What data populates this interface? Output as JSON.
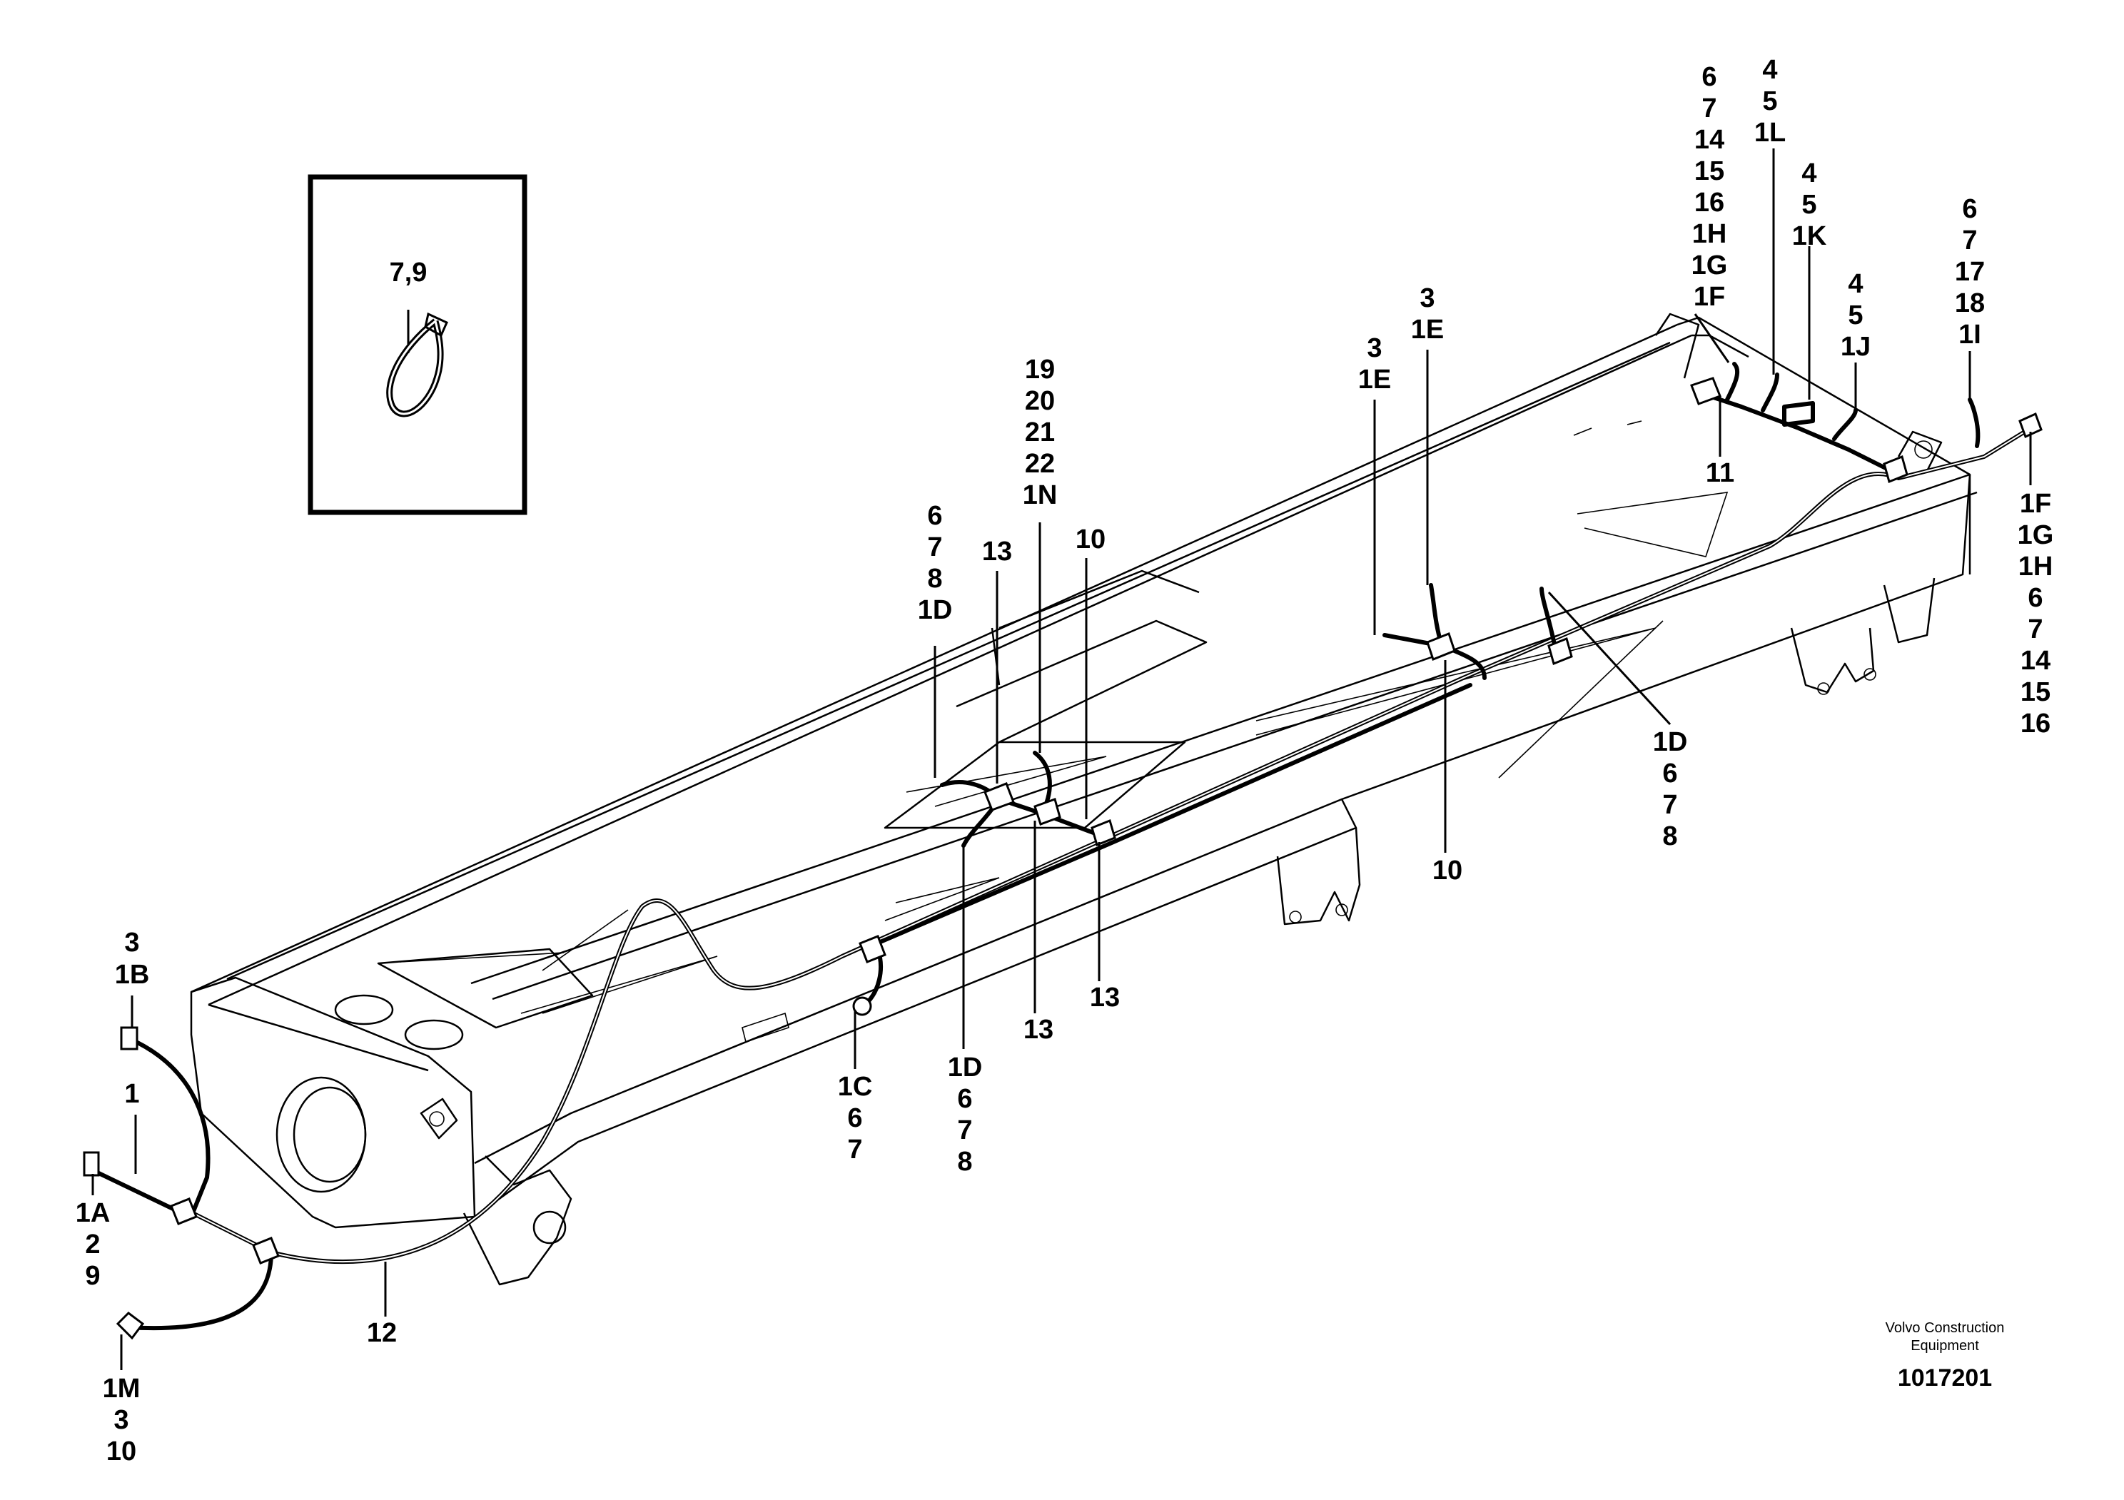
{
  "inset": {
    "label": "7,9"
  },
  "callouts": {
    "c_1B": [
      "3",
      "1B"
    ],
    "c_1": [
      "1"
    ],
    "c_1A": [
      "1A",
      "2",
      "9"
    ],
    "c_1M": [
      "1M",
      "3",
      "10"
    ],
    "c_12": [
      "12"
    ],
    "c_1C": [
      "1C",
      "6",
      "7"
    ],
    "c_1D_top": [
      "6",
      "7",
      "8",
      "1D"
    ],
    "c_13_top": [
      "13"
    ],
    "c_1N": [
      "19",
      "20",
      "21",
      "22",
      "1N"
    ],
    "c_10_top": [
      "10"
    ],
    "c_1D_bottom": [
      "1D",
      "6",
      "7",
      "8"
    ],
    "c_13_mid": [
      "13"
    ],
    "c_13_right": [
      "13"
    ],
    "c_1E_left": [
      "3",
      "1E"
    ],
    "c_1E_right": [
      "3",
      "1E"
    ],
    "c_10_bottom": [
      "10"
    ],
    "c_1D_right": [
      "1D",
      "6",
      "7",
      "8"
    ],
    "c_11": [
      "11"
    ],
    "c_1F_top": [
      "6",
      "7",
      "14",
      "15",
      "16",
      "1H",
      "1G",
      "1F"
    ],
    "c_1L": [
      "4",
      "5",
      "1L"
    ],
    "c_1K": [
      "4",
      "5",
      "1K"
    ],
    "c_1J": [
      "4",
      "5",
      "1J"
    ],
    "c_1I": [
      "6",
      "7",
      "17",
      "18",
      "1I"
    ],
    "c_1F_right": [
      "1F",
      "1G",
      "1H",
      "6",
      "7",
      "14",
      "15",
      "16"
    ]
  },
  "footer": {
    "brand_line1": "Volvo Construction",
    "brand_line2": "Equipment",
    "drawing_number": "1017201"
  }
}
